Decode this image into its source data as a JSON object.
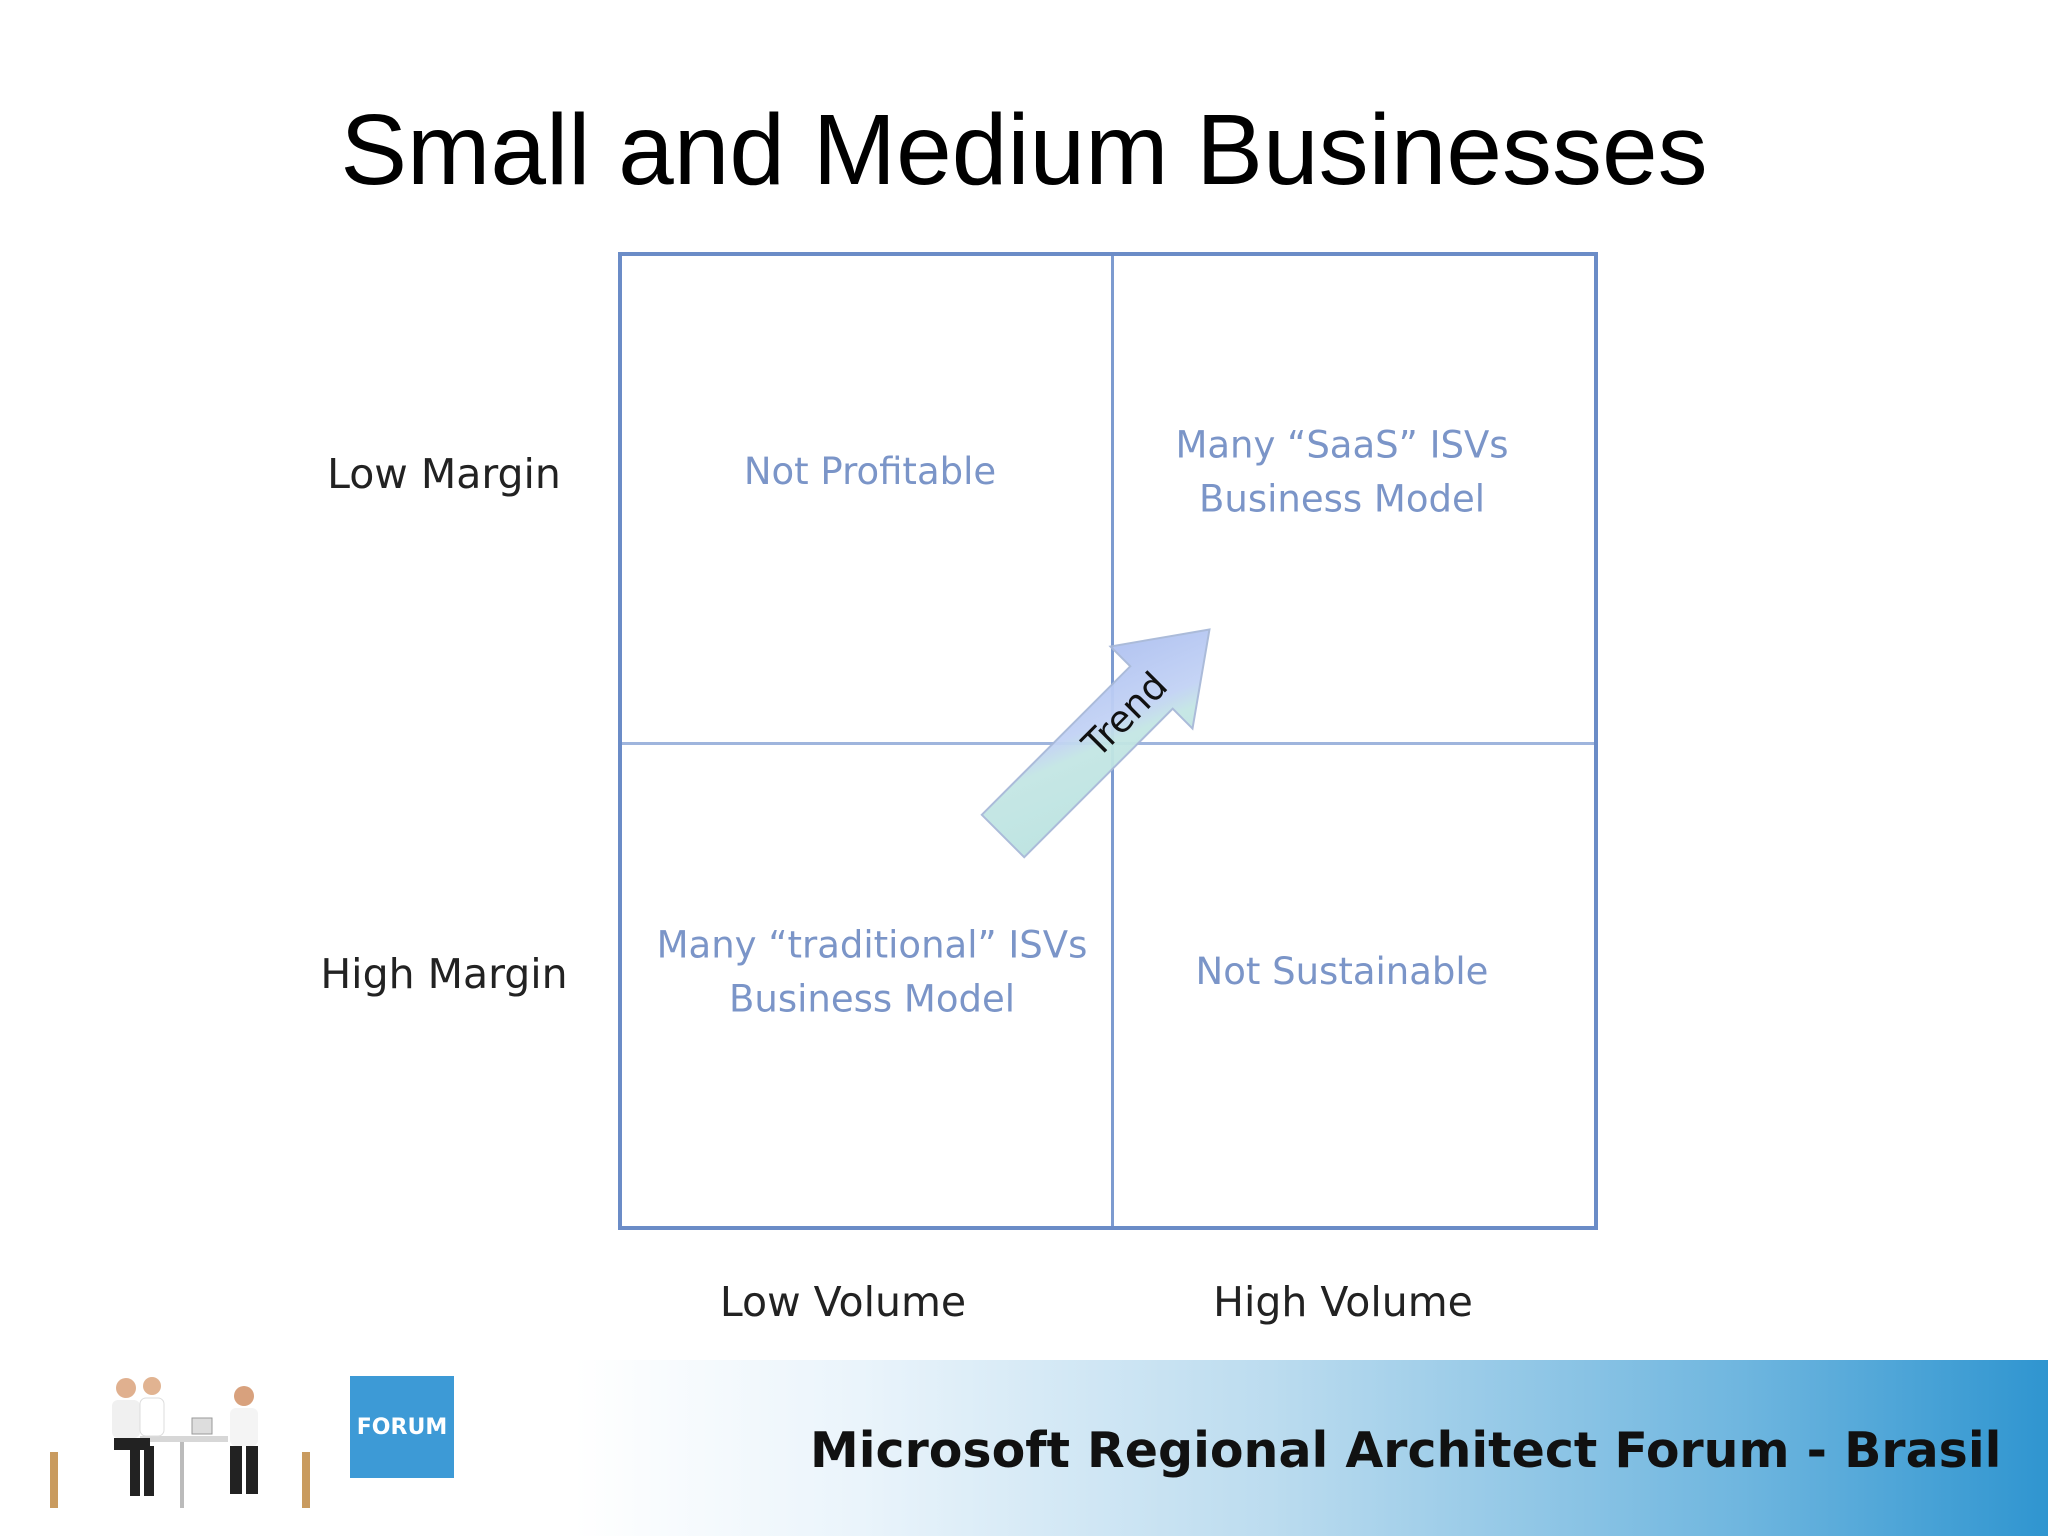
{
  "title": "Small and Medium Businesses",
  "rows": {
    "top": "Low Margin",
    "bottom": "High Margin"
  },
  "columns": {
    "left": "Low Volume",
    "right": "High Volume"
  },
  "quadrants": {
    "top_left": [
      "Not Profitable"
    ],
    "top_right": [
      "Many “SaaS” ISVs",
      "Business Model"
    ],
    "bottom_left": [
      "Many “traditional” ISVs",
      "Business Model"
    ],
    "bottom_right": [
      "Not Sustainable"
    ]
  },
  "arrow": {
    "label": "Trend",
    "direction": "from bottom-left quadrant to top-right quadrant"
  },
  "footer": {
    "logo_text": "FORUM",
    "event_title": "Microsoft Regional Architect Forum - Brasil"
  },
  "colors": {
    "grid_border": "#6b8cc7",
    "quadrant_text": "#7b95c8",
    "arrow_tail": "#bfe3e3",
    "arrow_head": "#b7c8f4",
    "footer_accent": "#2f95d0"
  }
}
